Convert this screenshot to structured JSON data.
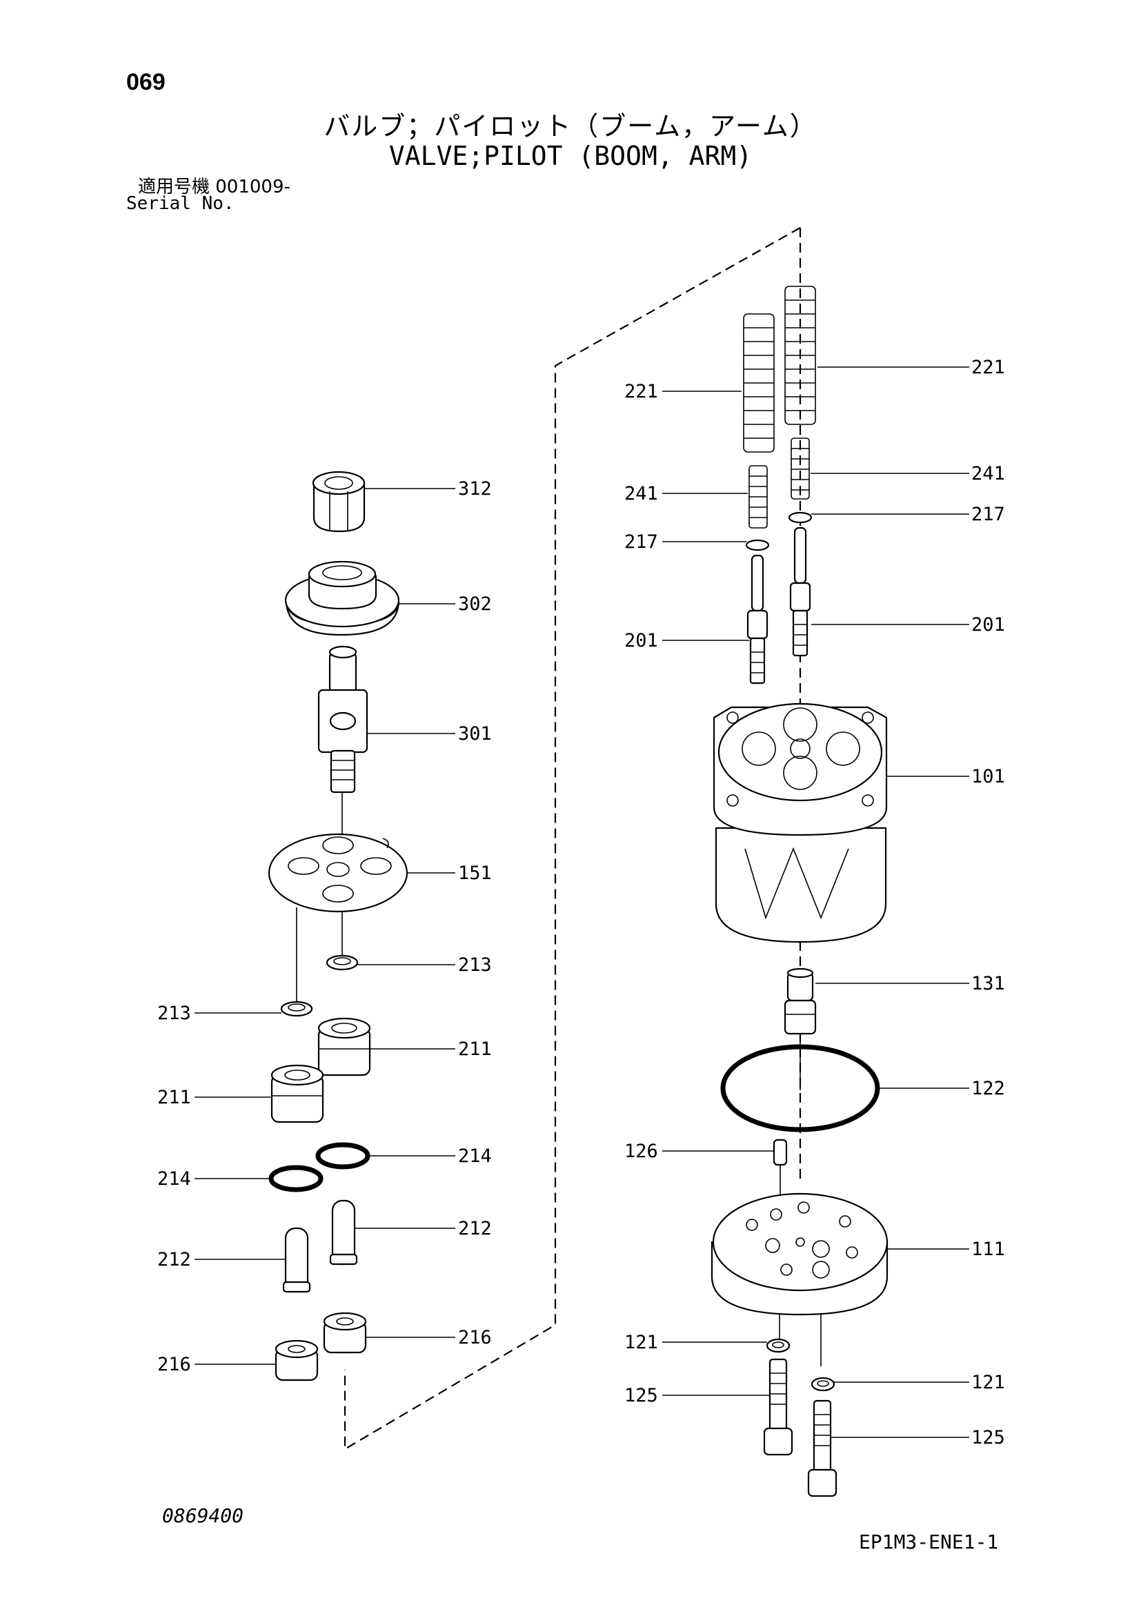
{
  "header": {
    "page_number": "069",
    "title_ja": "バルブ；パイロット（ブーム，アーム）",
    "title_en": "VALVE;PILOT (BOOM, ARM)",
    "serial_ja": "適用号機  001009-",
    "serial_en": "Serial No."
  },
  "footer": {
    "drawing_number": "0869400",
    "document_code": "EP1M3-ENE1-1"
  },
  "callouts": {
    "c221_left": "221",
    "c221_right": "221",
    "c241_left": "241",
    "c241_right": "241",
    "c217_left": "217",
    "c217_right": "217",
    "c201_left": "201",
    "c201_right": "201",
    "c312": "312",
    "c302": "302",
    "c301": "301",
    "c151": "151",
    "c101": "101",
    "c213_right": "213",
    "c213_left": "213",
    "c211_right": "211",
    "c211_left": "211",
    "c131": "131",
    "c122": "122",
    "c126": "126",
    "c214_right": "214",
    "c214_left": "214",
    "c212_right": "212",
    "c212_left": "212",
    "c111": "111",
    "c216_right": "216",
    "c216_left": "216",
    "c121_left": "121",
    "c121_right": "121",
    "c125_left": "125",
    "c125_right": "125"
  }
}
